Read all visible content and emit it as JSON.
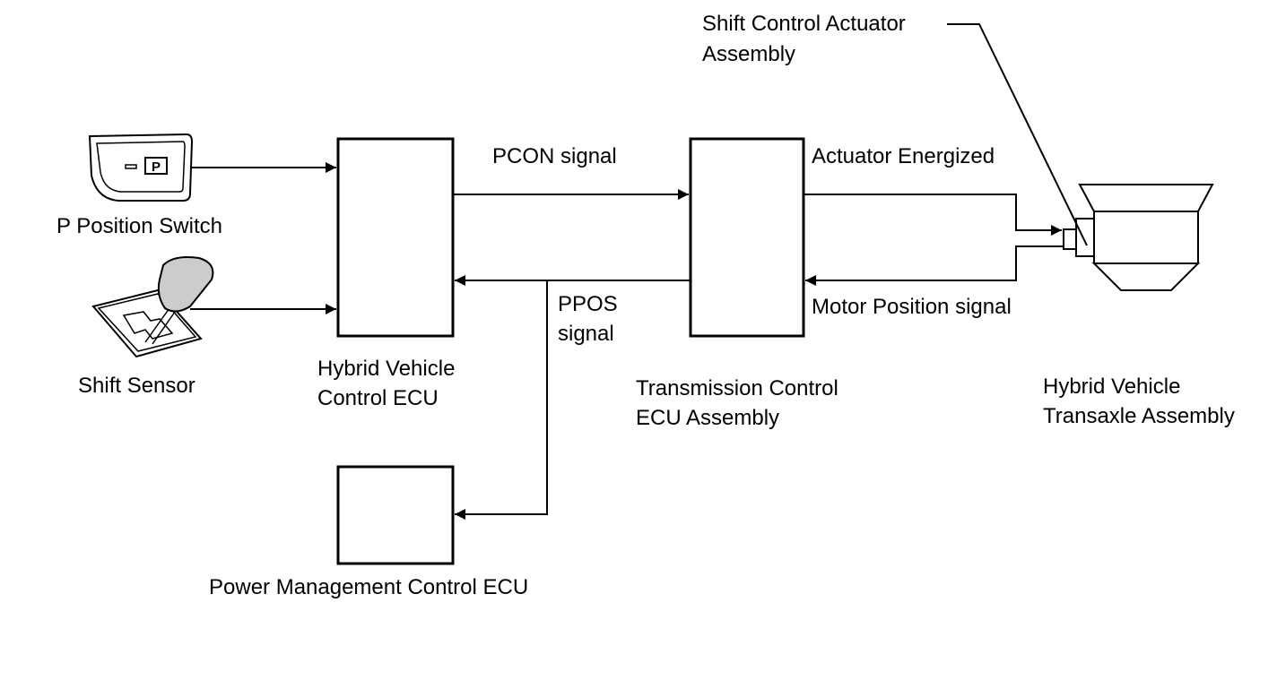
{
  "labels": {
    "p_position_switch": "P Position Switch",
    "shift_sensor": "Shift Sensor",
    "hv_ecu_line1": "Hybrid Vehicle",
    "hv_ecu_line2": "Control ECU",
    "pm_ecu": "Power Management Control ECU",
    "tc_ecu_line1": "Transmission Control",
    "tc_ecu_line2": "ECU Assembly",
    "transaxle_line1": "Hybrid Vehicle",
    "transaxle_line2": "Transaxle Assembly",
    "actuator_line1": "Shift Control Actuator",
    "actuator_line2": "Assembly",
    "pcon_signal": "PCON signal",
    "ppos_line1": "PPOS",
    "ppos_line2": "signal",
    "actuator_energized": "Actuator Energized",
    "motor_position_signal": "Motor Position signal",
    "p_button_glyph": "P"
  },
  "colors": {
    "line": "#000000",
    "shift_knob_fill": "#cccccc"
  }
}
